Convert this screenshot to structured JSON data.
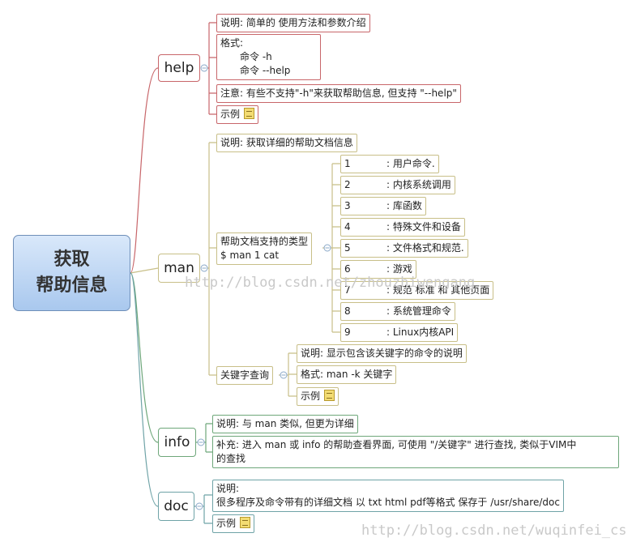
{
  "root": {
    "line1": "获取",
    "line2": "帮助信息"
  },
  "help": {
    "title": "help",
    "desc": "说明: 简单的 使用方法和参数介绍",
    "format_title": "格式:",
    "format_line1": "命令 -h",
    "format_line2": "命令 --help",
    "notice": "注意: 有些不支持\"-h\"来获取帮助信息, 但支持 \"--help\"",
    "example": "示例"
  },
  "man": {
    "title": "man",
    "desc": "说明: 获取详细的帮助文档信息",
    "types_line1": "帮助文档支持的类型",
    "types_line2": "$ man 1 cat",
    "sections": [
      {
        "num": "1",
        "desc": ": 用户命令."
      },
      {
        "num": "2",
        "desc": ": 内核系统调用"
      },
      {
        "num": "3",
        "desc": ": 库函数"
      },
      {
        "num": "4",
        "desc": ": 特殊文件和设备"
      },
      {
        "num": "5",
        "desc": ": 文件格式和规范."
      },
      {
        "num": "6",
        "desc": ": 游戏"
      },
      {
        "num": "7",
        "desc": ": 规范 标准 和 其他页面"
      },
      {
        "num": "8",
        "desc": ": 系统管理命令"
      },
      {
        "num": "9",
        "desc": ": Linux内核API"
      }
    ],
    "keyword": "关键字查询",
    "keyword_desc": "说明: 显示包含该关键字的命令的说明",
    "keyword_format": "格式: man -k 关键字",
    "keyword_example": "示例"
  },
  "info": {
    "title": "info",
    "desc": "说明: 与 man 类似, 但更为详细",
    "supp_line1": "补充: 进入 man 或 info 的帮助查看界面, 可使用 \"/关键字\" 进行查找, 类似于VIM中",
    "supp_line2": "的查找"
  },
  "doc": {
    "title": "doc",
    "desc_line1": "说明:",
    "desc_line2": "很多程序及命令带有的详细文档 以 txt html pdf等格式 保存于 /usr/share/doc",
    "example": "示例"
  },
  "watermarks": {
    "middle": "http://blog.csdn.net/zhouzhiwengang",
    "bottom": "http://blog.csdn.net/wuqinfei_cs"
  },
  "colors": {
    "help": "#c8666a",
    "man": "#c8bf88",
    "info": "#6ea77a",
    "doc": "#6fa3a7",
    "root_fill": "#b9d3f2"
  }
}
